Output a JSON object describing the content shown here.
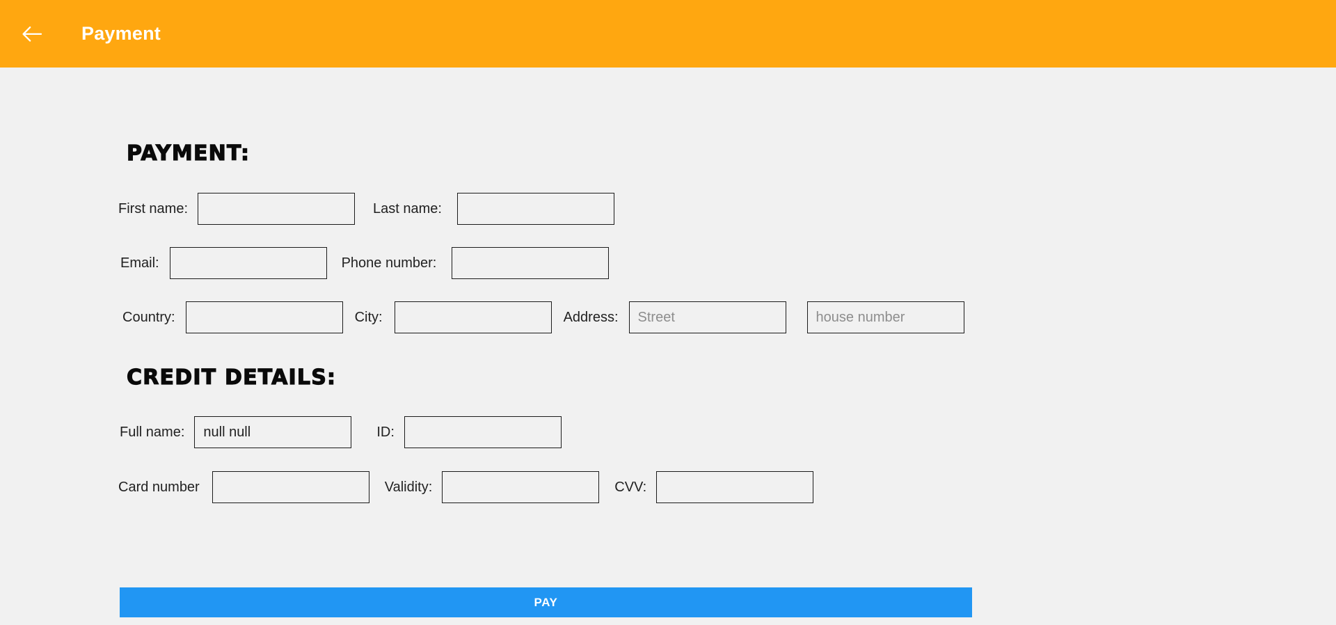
{
  "appbar": {
    "back_icon": "back-arrow-icon",
    "title": "Payment",
    "background": "#FFA710"
  },
  "sections": {
    "payment_title": "PAYMENT:",
    "credit_title": "CREDIT DETAILS:"
  },
  "form": {
    "first_name": {
      "label": "First name:",
      "value": "",
      "placeholder": ""
    },
    "last_name": {
      "label": "Last name:",
      "value": "",
      "placeholder": ""
    },
    "email": {
      "label": "Email:",
      "value": "",
      "placeholder": ""
    },
    "phone": {
      "label": "Phone number:",
      "value": "",
      "placeholder": ""
    },
    "country": {
      "label": "Country:",
      "value": "",
      "placeholder": ""
    },
    "city": {
      "label": "City:",
      "value": "",
      "placeholder": ""
    },
    "address": {
      "label": "Address:",
      "street_placeholder": "Street",
      "house_placeholder": "house number",
      "street_value": "",
      "house_value": ""
    }
  },
  "credit": {
    "full_name": {
      "label": "Full name:",
      "value": "null null"
    },
    "id": {
      "label": "ID:",
      "value": ""
    },
    "card_number": {
      "label": "Card number",
      "value": ""
    },
    "validity": {
      "label": "Validity:",
      "value": ""
    },
    "cvv": {
      "label": "CVV:",
      "value": ""
    }
  },
  "actions": {
    "pay_label": "PAY",
    "pay_color": "#2196F3"
  }
}
